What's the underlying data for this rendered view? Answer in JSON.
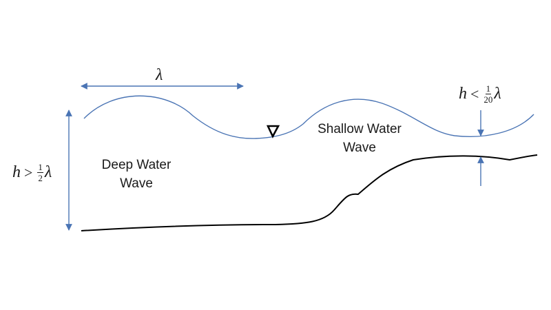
{
  "labels": {
    "deep_line1": "Deep Water",
    "deep_line2": "Wave",
    "shallow_line1": "Shallow Water",
    "shallow_line2": "Wave",
    "wavelength_symbol": "λ"
  },
  "equations": {
    "deep": {
      "var": "h",
      "op": ">",
      "num": "1",
      "den": "2",
      "tail": "λ"
    },
    "shallow": {
      "var": "h",
      "op": "<",
      "num": "1",
      "den": "20",
      "tail": "λ"
    }
  },
  "colors": {
    "wave": "#4a74b4",
    "arrow": "#4a74b4",
    "seabed": "#000000",
    "text": "#1a1a1a"
  },
  "icons": {
    "water_level": "water-level-triangle-icon"
  }
}
